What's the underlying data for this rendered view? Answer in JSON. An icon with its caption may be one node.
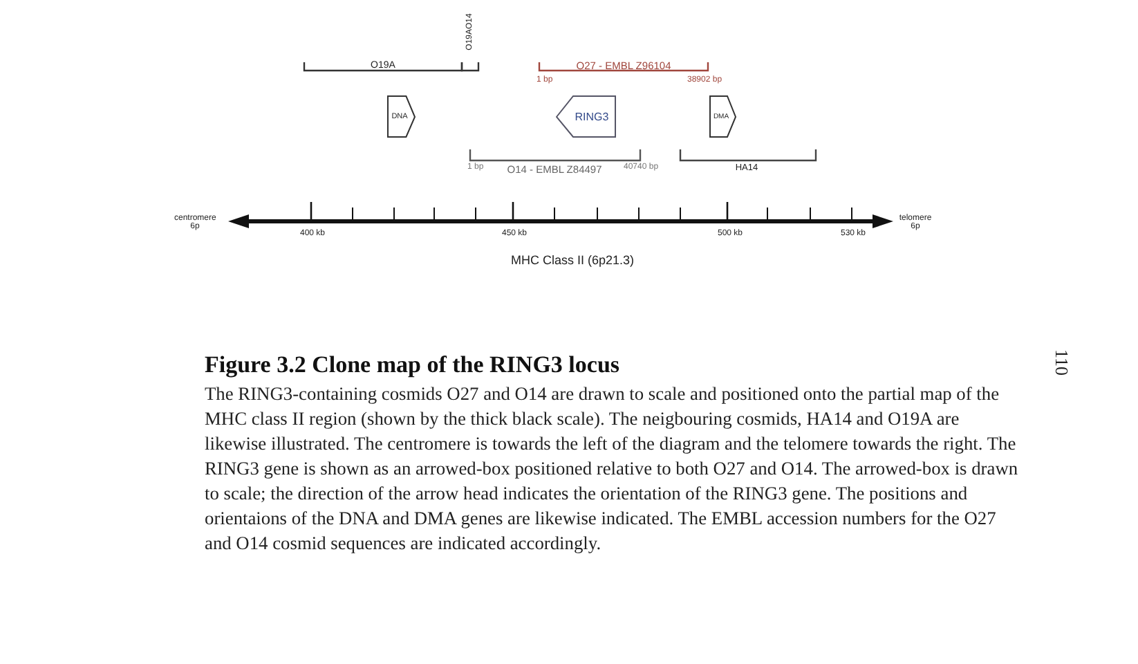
{
  "diagram": {
    "title": "Figure 3.2  Clone map of the RING3 locus",
    "caption": "The RING3-containing cosmids O27 and O14 are drawn to scale and positioned onto the partial map of the MHC class II region (shown by the thick black scale). The neigbouring cosmids, HA14 and O19A are likewise illustrated. The centromere is towards the left of the diagram and the telomere towards the right. The RING3 gene is shown as an arrowed-box positioned relative to both O27 and O14. The arrowed-box is drawn to scale; the direction of the arrow head indicates the orientation of the RING3 gene. The positions and orientaions of the DNA and DMA genes are likewise indicated. The EMBL accession numbers for the O27 and O14 cosmid sequences are indicated accordingly.",
    "nodes": [
      {
        "text": [
          "DNA"
        ]
      },
      {
        "text": [
          "RING3"
        ]
      },
      {
        "text": [
          "DMA"
        ]
      }
    ],
    "labels": [
      "O19A",
      "O19AO14",
      "O27 - EMBL Z96104",
      "1 bp",
      "38902 bp",
      "1 bp",
      "O14 - EMBL Z84497",
      "40740 bp",
      "HA14",
      "centromere 6p",
      "400 kb",
      "450 kb",
      "500 kb",
      "530 kb",
      "telomere 6p",
      "MHC Class II  (6p21.3)",
      "110"
    ]
  }
}
